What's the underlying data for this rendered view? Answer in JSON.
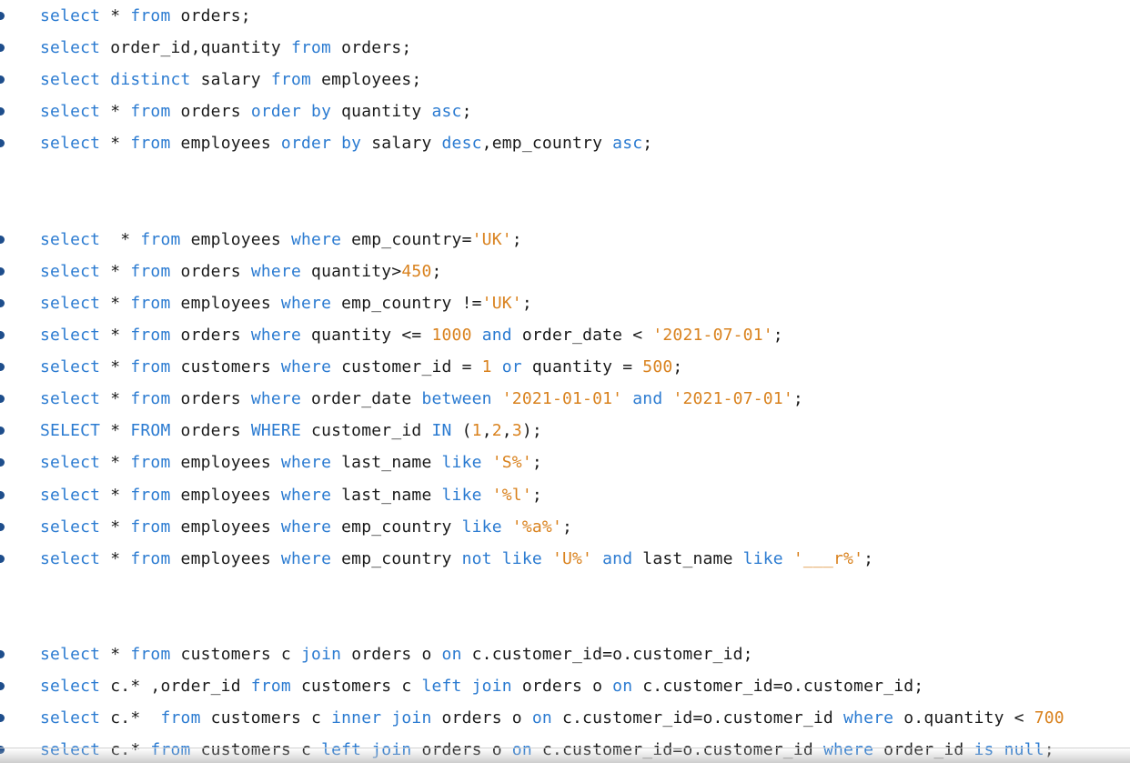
{
  "colors": {
    "keyword": "#2b7bd1",
    "string": "#d9821e",
    "number": "#d9821e",
    "plain": "#1a1a1a",
    "bullet": "#1e4e8c"
  },
  "lines": [
    {
      "tokens": [
        {
          "t": "kw",
          "v": "select"
        },
        {
          "t": "plain",
          "v": " * "
        },
        {
          "t": "kw",
          "v": "from"
        },
        {
          "t": "plain",
          "v": " orders;"
        }
      ]
    },
    {
      "tokens": [
        {
          "t": "kw",
          "v": "select"
        },
        {
          "t": "plain",
          "v": " order_id,quantity "
        },
        {
          "t": "kw",
          "v": "from"
        },
        {
          "t": "plain",
          "v": " orders;"
        }
      ]
    },
    {
      "tokens": [
        {
          "t": "kw",
          "v": "select"
        },
        {
          "t": "plain",
          "v": " "
        },
        {
          "t": "kw",
          "v": "distinct"
        },
        {
          "t": "plain",
          "v": " salary "
        },
        {
          "t": "kw",
          "v": "from"
        },
        {
          "t": "plain",
          "v": " employees;"
        }
      ]
    },
    {
      "tokens": [
        {
          "t": "kw",
          "v": "select"
        },
        {
          "t": "plain",
          "v": " * "
        },
        {
          "t": "kw",
          "v": "from"
        },
        {
          "t": "plain",
          "v": " orders "
        },
        {
          "t": "kw",
          "v": "order by"
        },
        {
          "t": "plain",
          "v": " quantity "
        },
        {
          "t": "kw",
          "v": "asc"
        },
        {
          "t": "plain",
          "v": ";"
        }
      ]
    },
    {
      "tokens": [
        {
          "t": "kw",
          "v": "select"
        },
        {
          "t": "plain",
          "v": " * "
        },
        {
          "t": "kw",
          "v": "from"
        },
        {
          "t": "plain",
          "v": " employees "
        },
        {
          "t": "kw",
          "v": "order by"
        },
        {
          "t": "plain",
          "v": " salary "
        },
        {
          "t": "kw",
          "v": "desc"
        },
        {
          "t": "plain",
          "v": ",emp_country "
        },
        {
          "t": "kw",
          "v": "asc"
        },
        {
          "t": "plain",
          "v": ";"
        }
      ]
    },
    {
      "blank": true
    },
    {
      "blank": true
    },
    {
      "tokens": [
        {
          "t": "kw",
          "v": "select"
        },
        {
          "t": "plain",
          "v": "  * "
        },
        {
          "t": "kw",
          "v": "from"
        },
        {
          "t": "plain",
          "v": " employees "
        },
        {
          "t": "kw",
          "v": "where"
        },
        {
          "t": "plain",
          "v": " emp_country="
        },
        {
          "t": "str",
          "v": "'UK'"
        },
        {
          "t": "plain",
          "v": ";"
        }
      ]
    },
    {
      "tokens": [
        {
          "t": "kw",
          "v": "select"
        },
        {
          "t": "plain",
          "v": " * "
        },
        {
          "t": "kw",
          "v": "from"
        },
        {
          "t": "plain",
          "v": " orders "
        },
        {
          "t": "kw",
          "v": "where"
        },
        {
          "t": "plain",
          "v": " quantity>"
        },
        {
          "t": "num",
          "v": "450"
        },
        {
          "t": "plain",
          "v": ";"
        }
      ]
    },
    {
      "tokens": [
        {
          "t": "kw",
          "v": "select"
        },
        {
          "t": "plain",
          "v": " * "
        },
        {
          "t": "kw",
          "v": "from"
        },
        {
          "t": "plain",
          "v": " employees "
        },
        {
          "t": "kw",
          "v": "where"
        },
        {
          "t": "plain",
          "v": " emp_country !="
        },
        {
          "t": "str",
          "v": "'UK'"
        },
        {
          "t": "plain",
          "v": ";"
        }
      ]
    },
    {
      "tokens": [
        {
          "t": "kw",
          "v": "select"
        },
        {
          "t": "plain",
          "v": " * "
        },
        {
          "t": "kw",
          "v": "from"
        },
        {
          "t": "plain",
          "v": " orders "
        },
        {
          "t": "kw",
          "v": "where"
        },
        {
          "t": "plain",
          "v": " quantity <= "
        },
        {
          "t": "num",
          "v": "1000"
        },
        {
          "t": "plain",
          "v": " "
        },
        {
          "t": "kw",
          "v": "and"
        },
        {
          "t": "plain",
          "v": " order_date < "
        },
        {
          "t": "str",
          "v": "'2021-07-01'"
        },
        {
          "t": "plain",
          "v": ";"
        }
      ]
    },
    {
      "tokens": [
        {
          "t": "kw",
          "v": "select"
        },
        {
          "t": "plain",
          "v": " * "
        },
        {
          "t": "kw",
          "v": "from"
        },
        {
          "t": "plain",
          "v": " customers "
        },
        {
          "t": "kw",
          "v": "where"
        },
        {
          "t": "plain",
          "v": " customer_id = "
        },
        {
          "t": "num",
          "v": "1"
        },
        {
          "t": "plain",
          "v": " "
        },
        {
          "t": "kw",
          "v": "or"
        },
        {
          "t": "plain",
          "v": " quantity = "
        },
        {
          "t": "num",
          "v": "500"
        },
        {
          "t": "plain",
          "v": ";"
        }
      ]
    },
    {
      "tokens": [
        {
          "t": "kw",
          "v": "select"
        },
        {
          "t": "plain",
          "v": " * "
        },
        {
          "t": "kw",
          "v": "from"
        },
        {
          "t": "plain",
          "v": " orders "
        },
        {
          "t": "kw",
          "v": "where"
        },
        {
          "t": "plain",
          "v": " order_date "
        },
        {
          "t": "kw",
          "v": "between"
        },
        {
          "t": "plain",
          "v": " "
        },
        {
          "t": "str",
          "v": "'2021-01-01'"
        },
        {
          "t": "plain",
          "v": " "
        },
        {
          "t": "kw",
          "v": "and"
        },
        {
          "t": "plain",
          "v": " "
        },
        {
          "t": "str",
          "v": "'2021-07-01'"
        },
        {
          "t": "plain",
          "v": ";"
        }
      ]
    },
    {
      "tokens": [
        {
          "t": "kw",
          "v": "SELECT"
        },
        {
          "t": "plain",
          "v": " * "
        },
        {
          "t": "kw",
          "v": "FROM"
        },
        {
          "t": "plain",
          "v": " orders "
        },
        {
          "t": "kw",
          "v": "WHERE"
        },
        {
          "t": "plain",
          "v": " customer_id "
        },
        {
          "t": "kw",
          "v": "IN"
        },
        {
          "t": "plain",
          "v": " ("
        },
        {
          "t": "num",
          "v": "1"
        },
        {
          "t": "plain",
          "v": ","
        },
        {
          "t": "num",
          "v": "2"
        },
        {
          "t": "plain",
          "v": ","
        },
        {
          "t": "num",
          "v": "3"
        },
        {
          "t": "plain",
          "v": ");"
        }
      ]
    },
    {
      "tokens": [
        {
          "t": "kw",
          "v": "select"
        },
        {
          "t": "plain",
          "v": " * "
        },
        {
          "t": "kw",
          "v": "from"
        },
        {
          "t": "plain",
          "v": " employees "
        },
        {
          "t": "kw",
          "v": "where"
        },
        {
          "t": "plain",
          "v": " last_name "
        },
        {
          "t": "kw",
          "v": "like"
        },
        {
          "t": "plain",
          "v": " "
        },
        {
          "t": "str",
          "v": "'S%'"
        },
        {
          "t": "plain",
          "v": ";"
        }
      ]
    },
    {
      "tokens": [
        {
          "t": "kw",
          "v": "select"
        },
        {
          "t": "plain",
          "v": " * "
        },
        {
          "t": "kw",
          "v": "from"
        },
        {
          "t": "plain",
          "v": " employees "
        },
        {
          "t": "kw",
          "v": "where"
        },
        {
          "t": "plain",
          "v": " last_name "
        },
        {
          "t": "kw",
          "v": "like"
        },
        {
          "t": "plain",
          "v": " "
        },
        {
          "t": "str",
          "v": "'%l'"
        },
        {
          "t": "plain",
          "v": ";"
        }
      ]
    },
    {
      "tokens": [
        {
          "t": "kw",
          "v": "select"
        },
        {
          "t": "plain",
          "v": " * "
        },
        {
          "t": "kw",
          "v": "from"
        },
        {
          "t": "plain",
          "v": " employees "
        },
        {
          "t": "kw",
          "v": "where"
        },
        {
          "t": "plain",
          "v": " emp_country "
        },
        {
          "t": "kw",
          "v": "like"
        },
        {
          "t": "plain",
          "v": " "
        },
        {
          "t": "str",
          "v": "'%a%'"
        },
        {
          "t": "plain",
          "v": ";"
        }
      ]
    },
    {
      "tokens": [
        {
          "t": "kw",
          "v": "select"
        },
        {
          "t": "plain",
          "v": " * "
        },
        {
          "t": "kw",
          "v": "from"
        },
        {
          "t": "plain",
          "v": " employees "
        },
        {
          "t": "kw",
          "v": "where"
        },
        {
          "t": "plain",
          "v": " emp_country "
        },
        {
          "t": "kw",
          "v": "not like"
        },
        {
          "t": "plain",
          "v": " "
        },
        {
          "t": "str",
          "v": "'U%'"
        },
        {
          "t": "plain",
          "v": " "
        },
        {
          "t": "kw",
          "v": "and"
        },
        {
          "t": "plain",
          "v": " last_name "
        },
        {
          "t": "kw",
          "v": "like"
        },
        {
          "t": "plain",
          "v": " "
        },
        {
          "t": "str",
          "v": "'___r%'"
        },
        {
          "t": "plain",
          "v": ";"
        }
      ]
    },
    {
      "blank": true
    },
    {
      "blank": true
    },
    {
      "tokens": [
        {
          "t": "kw",
          "v": "select"
        },
        {
          "t": "plain",
          "v": " * "
        },
        {
          "t": "kw",
          "v": "from"
        },
        {
          "t": "plain",
          "v": " customers c "
        },
        {
          "t": "kw",
          "v": "join"
        },
        {
          "t": "plain",
          "v": " orders o "
        },
        {
          "t": "kw",
          "v": "on"
        },
        {
          "t": "plain",
          "v": " c.customer_id=o.customer_id;"
        }
      ]
    },
    {
      "tokens": [
        {
          "t": "kw",
          "v": "select"
        },
        {
          "t": "plain",
          "v": " c.* ,order_id "
        },
        {
          "t": "kw",
          "v": "from"
        },
        {
          "t": "plain",
          "v": " customers c "
        },
        {
          "t": "kw",
          "v": "left join"
        },
        {
          "t": "plain",
          "v": " orders o "
        },
        {
          "t": "kw",
          "v": "on"
        },
        {
          "t": "plain",
          "v": " c.customer_id=o.customer_id;"
        }
      ]
    },
    {
      "tokens": [
        {
          "t": "kw",
          "v": "select"
        },
        {
          "t": "plain",
          "v": " c.*  "
        },
        {
          "t": "kw",
          "v": "from"
        },
        {
          "t": "plain",
          "v": " customers c "
        },
        {
          "t": "kw",
          "v": "inner join"
        },
        {
          "t": "plain",
          "v": " orders o "
        },
        {
          "t": "kw",
          "v": "on"
        },
        {
          "t": "plain",
          "v": " c.customer_id=o.customer_id "
        },
        {
          "t": "kw",
          "v": "where"
        },
        {
          "t": "plain",
          "v": " o.quantity < "
        },
        {
          "t": "num",
          "v": "700"
        }
      ]
    },
    {
      "tokens": [
        {
          "t": "kw",
          "v": "select"
        },
        {
          "t": "plain",
          "v": " c.* "
        },
        {
          "t": "kw",
          "v": "from"
        },
        {
          "t": "plain",
          "v": " customers c "
        },
        {
          "t": "kw",
          "v": "left join"
        },
        {
          "t": "plain",
          "v": " orders o "
        },
        {
          "t": "kw",
          "v": "on"
        },
        {
          "t": "plain",
          "v": " c.customer_id=o.customer_id "
        },
        {
          "t": "kw",
          "v": "where"
        },
        {
          "t": "plain",
          "v": " order_id "
        },
        {
          "t": "kw",
          "v": "is null"
        },
        {
          "t": "plain",
          "v": ";"
        }
      ]
    }
  ]
}
